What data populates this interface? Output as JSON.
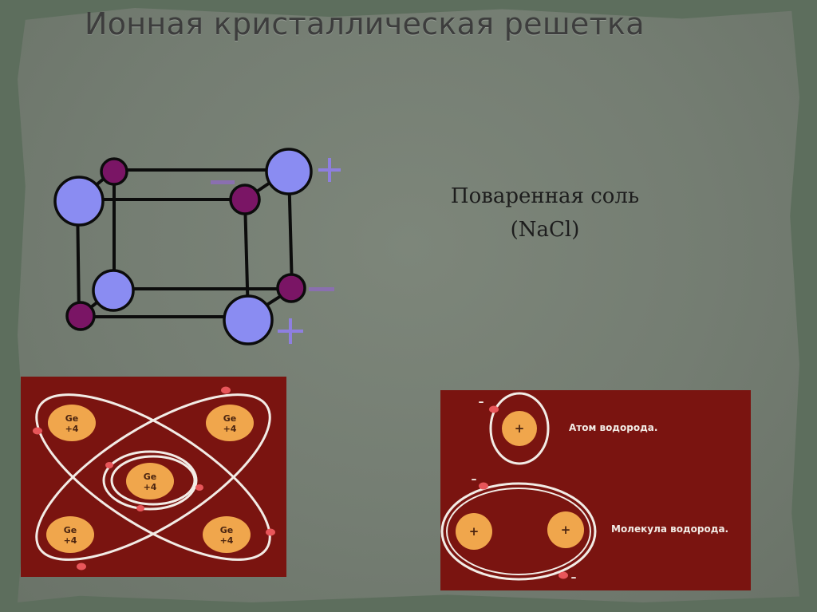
{
  "slide": {
    "title": "Ионная кристаллическая решетка",
    "caption_line1": "Поваренная соль",
    "caption_line2": "(NaCl)"
  },
  "lattice": {
    "plus_sign": "+",
    "minus_sign": "–"
  },
  "ge_panel": {
    "atom_symbol": "Ge",
    "atom_charge": "+4"
  },
  "hydrogen_panel": {
    "atom_label": "Атом водорода.",
    "molecule_label": "Молекула водорода.",
    "nucleus_sign": "+",
    "electron_sign": "–"
  },
  "colors": {
    "background": "#5d6e5d",
    "paper": "#7a8377",
    "cation": "#8a8cf2",
    "anion": "#7a1565",
    "sign": "#8e7fe0",
    "panel": "#7a1410",
    "nucleus": "#f0a64c",
    "orbit": "#f2ece6",
    "electron": "#e8565a"
  }
}
